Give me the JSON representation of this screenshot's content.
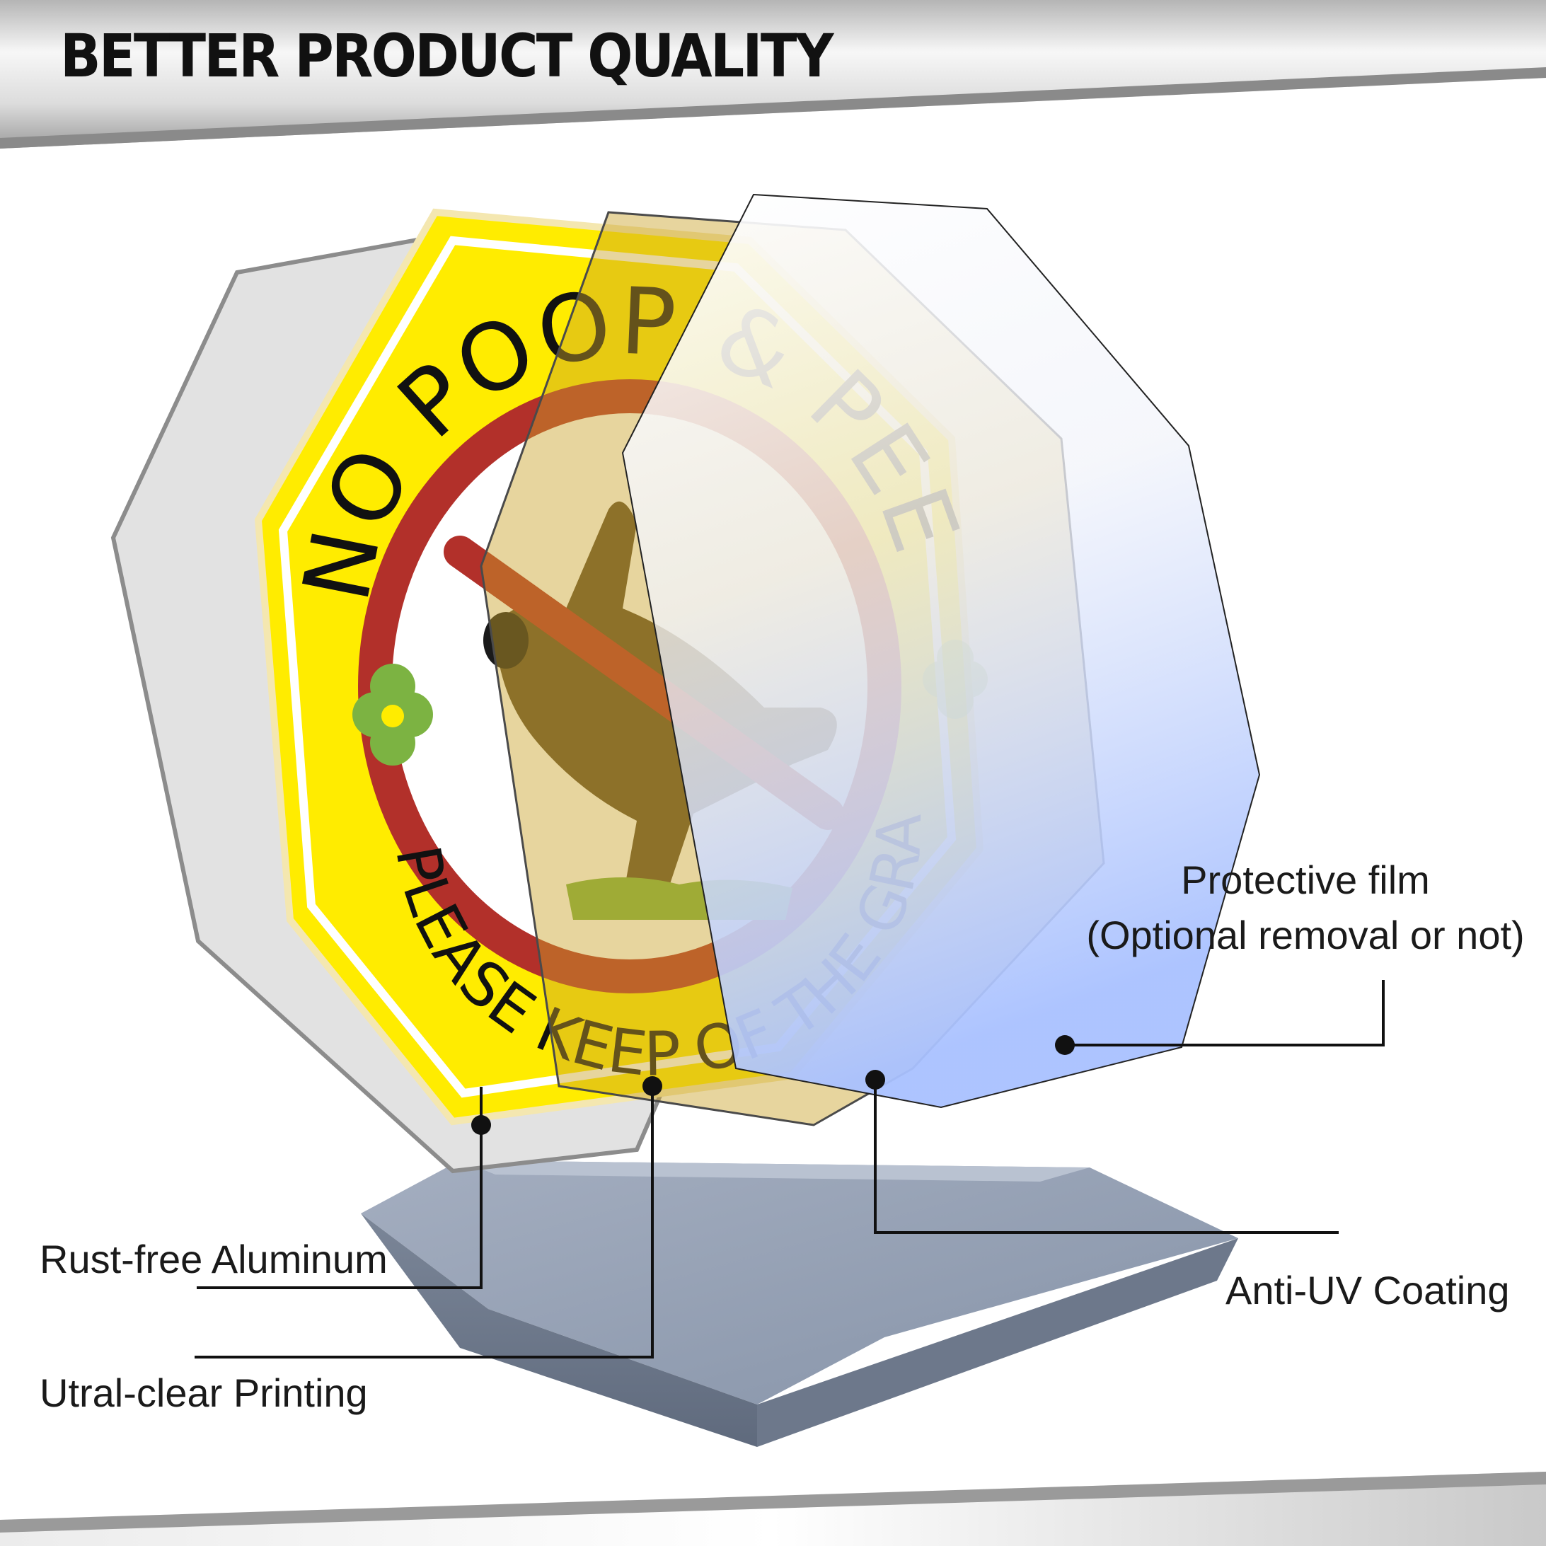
{
  "heading": "BETTER PRODUCT QUALITY",
  "sign": {
    "top_text": "NO POOP & PEE",
    "bottom_text": "PLEASE KEEP OF THE GRASS"
  },
  "callouts": {
    "protective_film_line1": "Protective film",
    "protective_film_line2": "(Optional removal or not)",
    "rust_free": "Rust-free Aluminum",
    "anti_uv": "Anti-UV Coating",
    "printing": "Utral-clear Printing"
  },
  "colors": {
    "sign_yellow": "#ffec00",
    "prohibition_red": "#b2302a",
    "dog_brown": "#5c4a2a",
    "grass_green": "#7cb342",
    "base_gray": "#8e9aad",
    "film_blue": "#b8ccff",
    "uv_amber": "#c9a227"
  }
}
